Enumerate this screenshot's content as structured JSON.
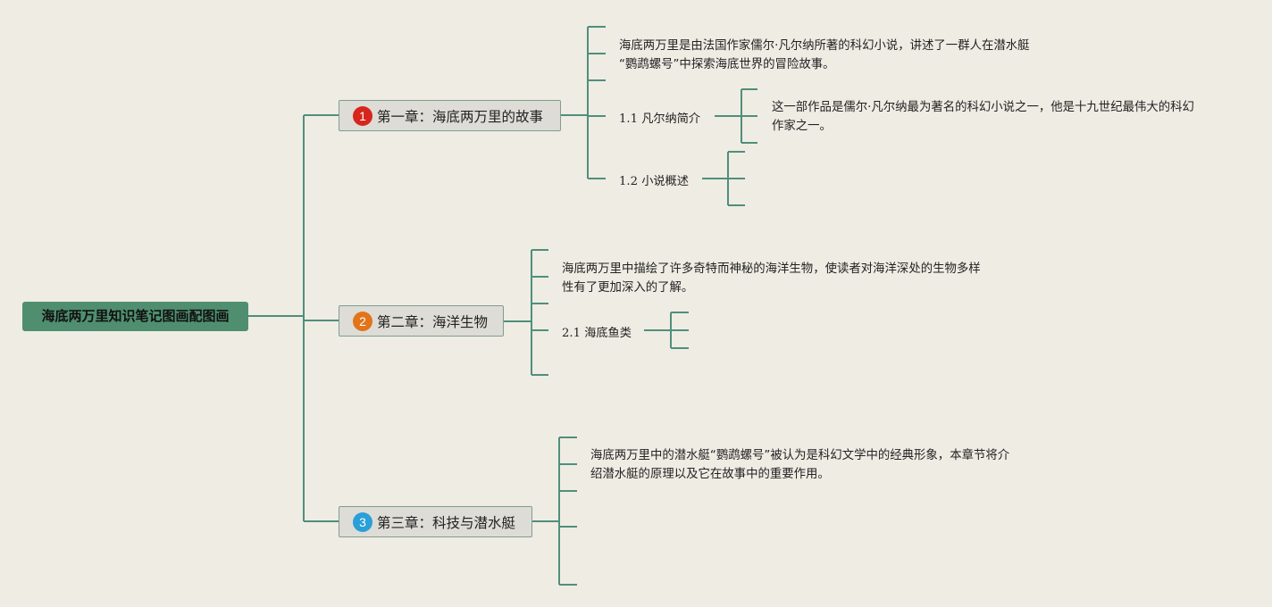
{
  "root": {
    "label": "海底两万里知识笔记图画配图画"
  },
  "chapters": [
    {
      "number": "1",
      "badge_color": "#d7261c",
      "title": "第一章：海底两万里的故事",
      "intro": [
        "海底两万里是由法国作家儒尔·凡尔纳所著的科幻小说，讲述了一群人在潜水艇",
        "“鹦鹉螺号”中探索海底世界的冒险故事。"
      ],
      "subtopics": [
        {
          "num": "1.1",
          "label": "凡尔纳简介",
          "detail": [
            "这一部作品是儒尔·凡尔纳最为著名的科幻小说之一，他是十九世纪最伟大的科幻",
            "作家之一。"
          ]
        },
        {
          "num": "1.2",
          "label": "小说概述"
        }
      ]
    },
    {
      "number": "2",
      "badge_color": "#e2741a",
      "title": "第二章：海洋生物",
      "intro": [
        "海底两万里中描绘了许多奇特而神秘的海洋生物，使读者对海洋深处的生物多样",
        "性有了更加深入的了解。"
      ],
      "subtopics": [
        {
          "num": "2.1",
          "label": "海底鱼类"
        }
      ]
    },
    {
      "number": "3",
      "badge_color": "#2a9fd8",
      "title": "第三章：科技与潜水艇",
      "intro": [
        "海底两万里中的潜水艇“鹦鹉螺号”被认为是科幻文学中的经典形象，本章节将介",
        "绍潜水艇的原理以及它在故事中的重要作用。"
      ]
    }
  ],
  "colors": {
    "background": "#efece4",
    "connector": "#4f8f7c",
    "root_fill": "#4f8f6f",
    "chapter_fill": "#dedcd6"
  }
}
